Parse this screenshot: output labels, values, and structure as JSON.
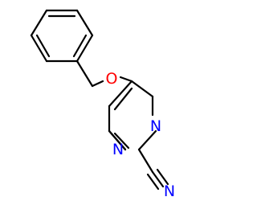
{
  "molecule": {
    "atoms": {
      "oxygen": "O",
      "nitrogen_ring_upper": "N",
      "nitrogen_ring_lower": "N",
      "nitrile_nitrogen": "N"
    },
    "colors": {
      "bond": "#000000",
      "oxygen": "#ff0000",
      "nitrogen": "#0000ff"
    }
  }
}
